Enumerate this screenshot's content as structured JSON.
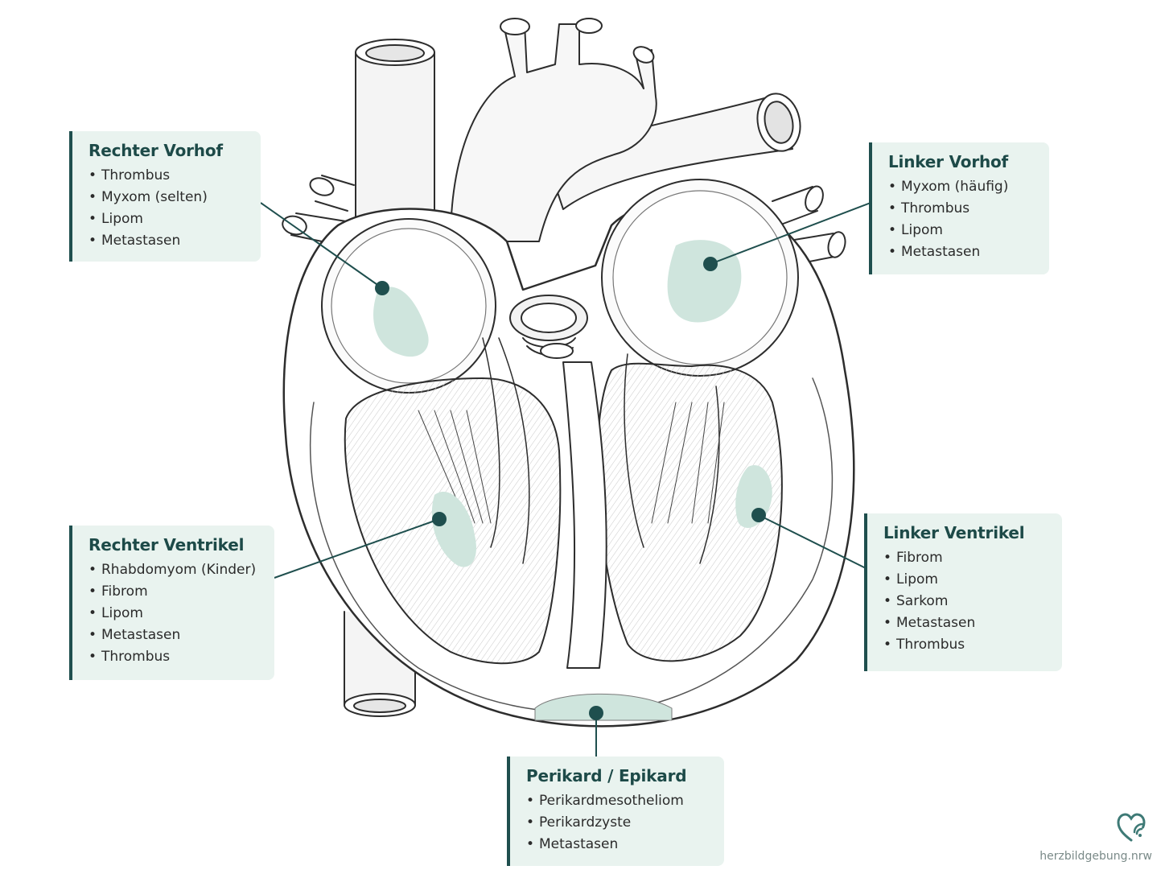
{
  "colors": {
    "accent": "#1f4f4e",
    "card_background": "#e9f3ef",
    "lesion": "#cfe5dd",
    "line": "#2d2d2d"
  },
  "cards": {
    "right_atrium": {
      "title": "Rechter Vorhof",
      "items": [
        "Thrombus",
        "Myxom (selten)",
        "Lipom",
        "Metastasen"
      ]
    },
    "left_atrium": {
      "title": "Linker Vorhof",
      "items": [
        "Myxom (häufig)",
        "Thrombus",
        "Lipom",
        "Metastasen"
      ]
    },
    "right_ventricle": {
      "title": "Rechter Ventrikel",
      "items": [
        "Rhabdomyom (Kinder)",
        "Fibrom",
        "Lipom",
        "Metastasen",
        "Thrombus"
      ]
    },
    "left_ventricle": {
      "title": "Linker Ventrikel",
      "items": [
        "Fibrom",
        "Lipom",
        "Sarkom",
        "Metastasen",
        "Thrombus"
      ]
    },
    "pericardium": {
      "title": "Perikard / Epikard",
      "items": [
        "Perikardmesotheliom",
        "Perikardzyste",
        "Metastasen"
      ]
    }
  },
  "footer": {
    "logo_icon": "heart-wifi-icon",
    "brand": "herzbildgebung.nrw"
  }
}
